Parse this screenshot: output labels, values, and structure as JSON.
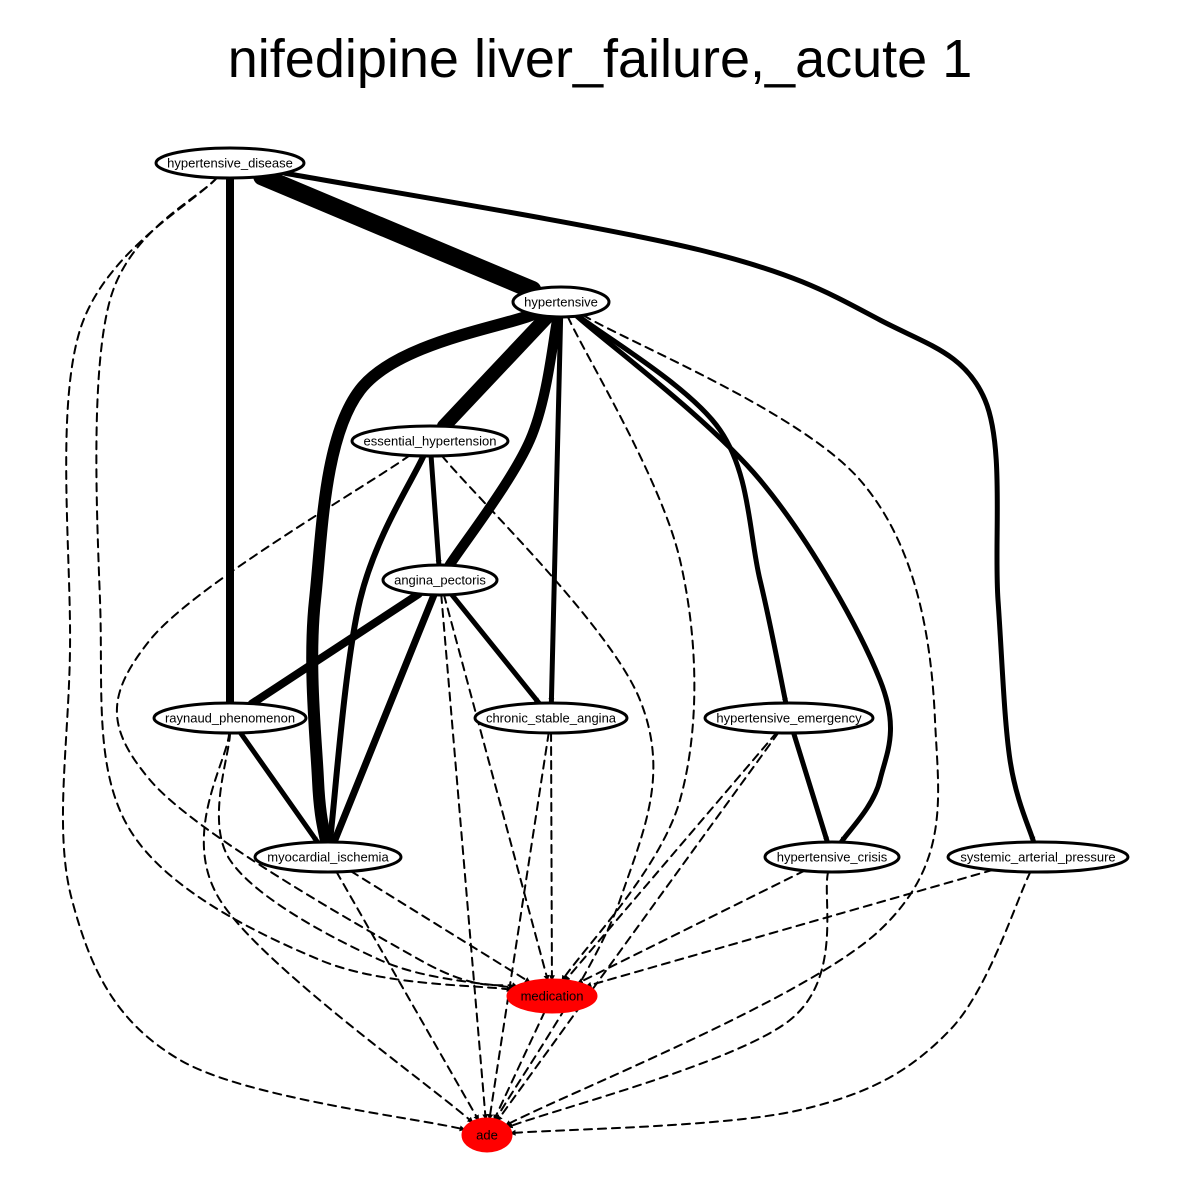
{
  "title": "nifedipine liver_failure,_acute 1",
  "colors": {
    "highlight": "#ff0000",
    "node_fill": "#ffffff",
    "stroke": "#000000"
  },
  "nodes": [
    {
      "id": "hypertensive_disease",
      "label": "hypertensive_disease",
      "highlight": false
    },
    {
      "id": "hypertensive",
      "label": "hypertensive",
      "highlight": false
    },
    {
      "id": "essential_hypertension",
      "label": "essential_hypertension",
      "highlight": false
    },
    {
      "id": "angina_pectoris",
      "label": "angina_pectoris",
      "highlight": false
    },
    {
      "id": "raynaud_phenomenon",
      "label": "raynaud_phenomenon",
      "highlight": false
    },
    {
      "id": "chronic_stable_angina",
      "label": "chronic_stable_angina",
      "highlight": false
    },
    {
      "id": "hypertensive_emergency",
      "label": "hypertensive_emergency",
      "highlight": false
    },
    {
      "id": "myocardial_ischemia",
      "label": "myocardial_ischemia",
      "highlight": false
    },
    {
      "id": "hypertensive_crisis",
      "label": "hypertensive_crisis",
      "highlight": false
    },
    {
      "id": "systemic_arterial_pressure",
      "label": "systemic_arterial_pressure",
      "highlight": false
    },
    {
      "id": "medication",
      "label": "medication",
      "highlight": true
    },
    {
      "id": "ade",
      "label": "ade",
      "highlight": true
    }
  ],
  "edges": [
    {
      "from": "hypertensive_disease",
      "to": "hypertensive",
      "style": "solid",
      "weight": 18
    },
    {
      "from": "hypertensive_disease",
      "to": "raynaud_phenomenon",
      "style": "solid",
      "weight": 8
    },
    {
      "from": "hypertensive_disease",
      "to": "systemic_arterial_pressure",
      "style": "solid",
      "weight": 5
    },
    {
      "from": "hypertensive_disease",
      "to": "medication",
      "style": "dashed",
      "weight": 2
    },
    {
      "from": "hypertensive_disease",
      "to": "ade",
      "style": "dashed",
      "weight": 2
    },
    {
      "from": "hypertensive",
      "to": "essential_hypertension",
      "style": "solid",
      "weight": 14
    },
    {
      "from": "hypertensive",
      "to": "angina_pectoris",
      "style": "solid",
      "weight": 10
    },
    {
      "from": "hypertensive",
      "to": "myocardial_ischemia",
      "style": "solid",
      "weight": 12
    },
    {
      "from": "hypertensive",
      "to": "chronic_stable_angina",
      "style": "solid",
      "weight": 5
    },
    {
      "from": "hypertensive",
      "to": "hypertensive_emergency",
      "style": "solid",
      "weight": 5
    },
    {
      "from": "hypertensive",
      "to": "hypertensive_crisis",
      "style": "solid",
      "weight": 5
    },
    {
      "from": "hypertensive",
      "to": "medication",
      "style": "dashed",
      "weight": 2
    },
    {
      "from": "hypertensive",
      "to": "ade",
      "style": "dashed",
      "weight": 2
    },
    {
      "from": "essential_hypertension",
      "to": "angina_pectoris",
      "style": "solid",
      "weight": 5
    },
    {
      "from": "essential_hypertension",
      "to": "myocardial_ischemia",
      "style": "solid",
      "weight": 6
    },
    {
      "from": "essential_hypertension",
      "to": "medication",
      "style": "dashed",
      "weight": 2
    },
    {
      "from": "essential_hypertension",
      "to": "ade",
      "style": "dashed",
      "weight": 2
    },
    {
      "from": "angina_pectoris",
      "to": "raynaud_phenomenon",
      "style": "solid",
      "weight": 8
    },
    {
      "from": "angina_pectoris",
      "to": "chronic_stable_angina",
      "style": "solid",
      "weight": 5
    },
    {
      "from": "angina_pectoris",
      "to": "myocardial_ischemia",
      "style": "solid",
      "weight": 7
    },
    {
      "from": "angina_pectoris",
      "to": "medication",
      "style": "dashed",
      "weight": 2
    },
    {
      "from": "angina_pectoris",
      "to": "ade",
      "style": "dashed",
      "weight": 2
    },
    {
      "from": "raynaud_phenomenon",
      "to": "myocardial_ischemia",
      "style": "solid",
      "weight": 5
    },
    {
      "from": "raynaud_phenomenon",
      "to": "medication",
      "style": "dashed",
      "weight": 2
    },
    {
      "from": "raynaud_phenomenon",
      "to": "ade",
      "style": "dashed",
      "weight": 2
    },
    {
      "from": "chronic_stable_angina",
      "to": "medication",
      "style": "dashed",
      "weight": 2
    },
    {
      "from": "chronic_stable_angina",
      "to": "ade",
      "style": "dashed",
      "weight": 2
    },
    {
      "from": "hypertensive_emergency",
      "to": "hypertensive_crisis",
      "style": "solid",
      "weight": 5
    },
    {
      "from": "hypertensive_emergency",
      "to": "medication",
      "style": "dashed",
      "weight": 2
    },
    {
      "from": "hypertensive_emergency",
      "to": "ade",
      "style": "dashed",
      "weight": 2
    },
    {
      "from": "myocardial_ischemia",
      "to": "medication",
      "style": "dashed",
      "weight": 2
    },
    {
      "from": "myocardial_ischemia",
      "to": "ade",
      "style": "dashed",
      "weight": 2
    },
    {
      "from": "hypertensive_crisis",
      "to": "medication",
      "style": "dashed",
      "weight": 2
    },
    {
      "from": "hypertensive_crisis",
      "to": "ade",
      "style": "dashed",
      "weight": 2
    },
    {
      "from": "systemic_arterial_pressure",
      "to": "medication",
      "style": "dashed",
      "weight": 2
    },
    {
      "from": "systemic_arterial_pressure",
      "to": "ade",
      "style": "dashed",
      "weight": 2
    },
    {
      "from": "medication",
      "to": "ade",
      "style": "dashed",
      "weight": 2
    }
  ]
}
